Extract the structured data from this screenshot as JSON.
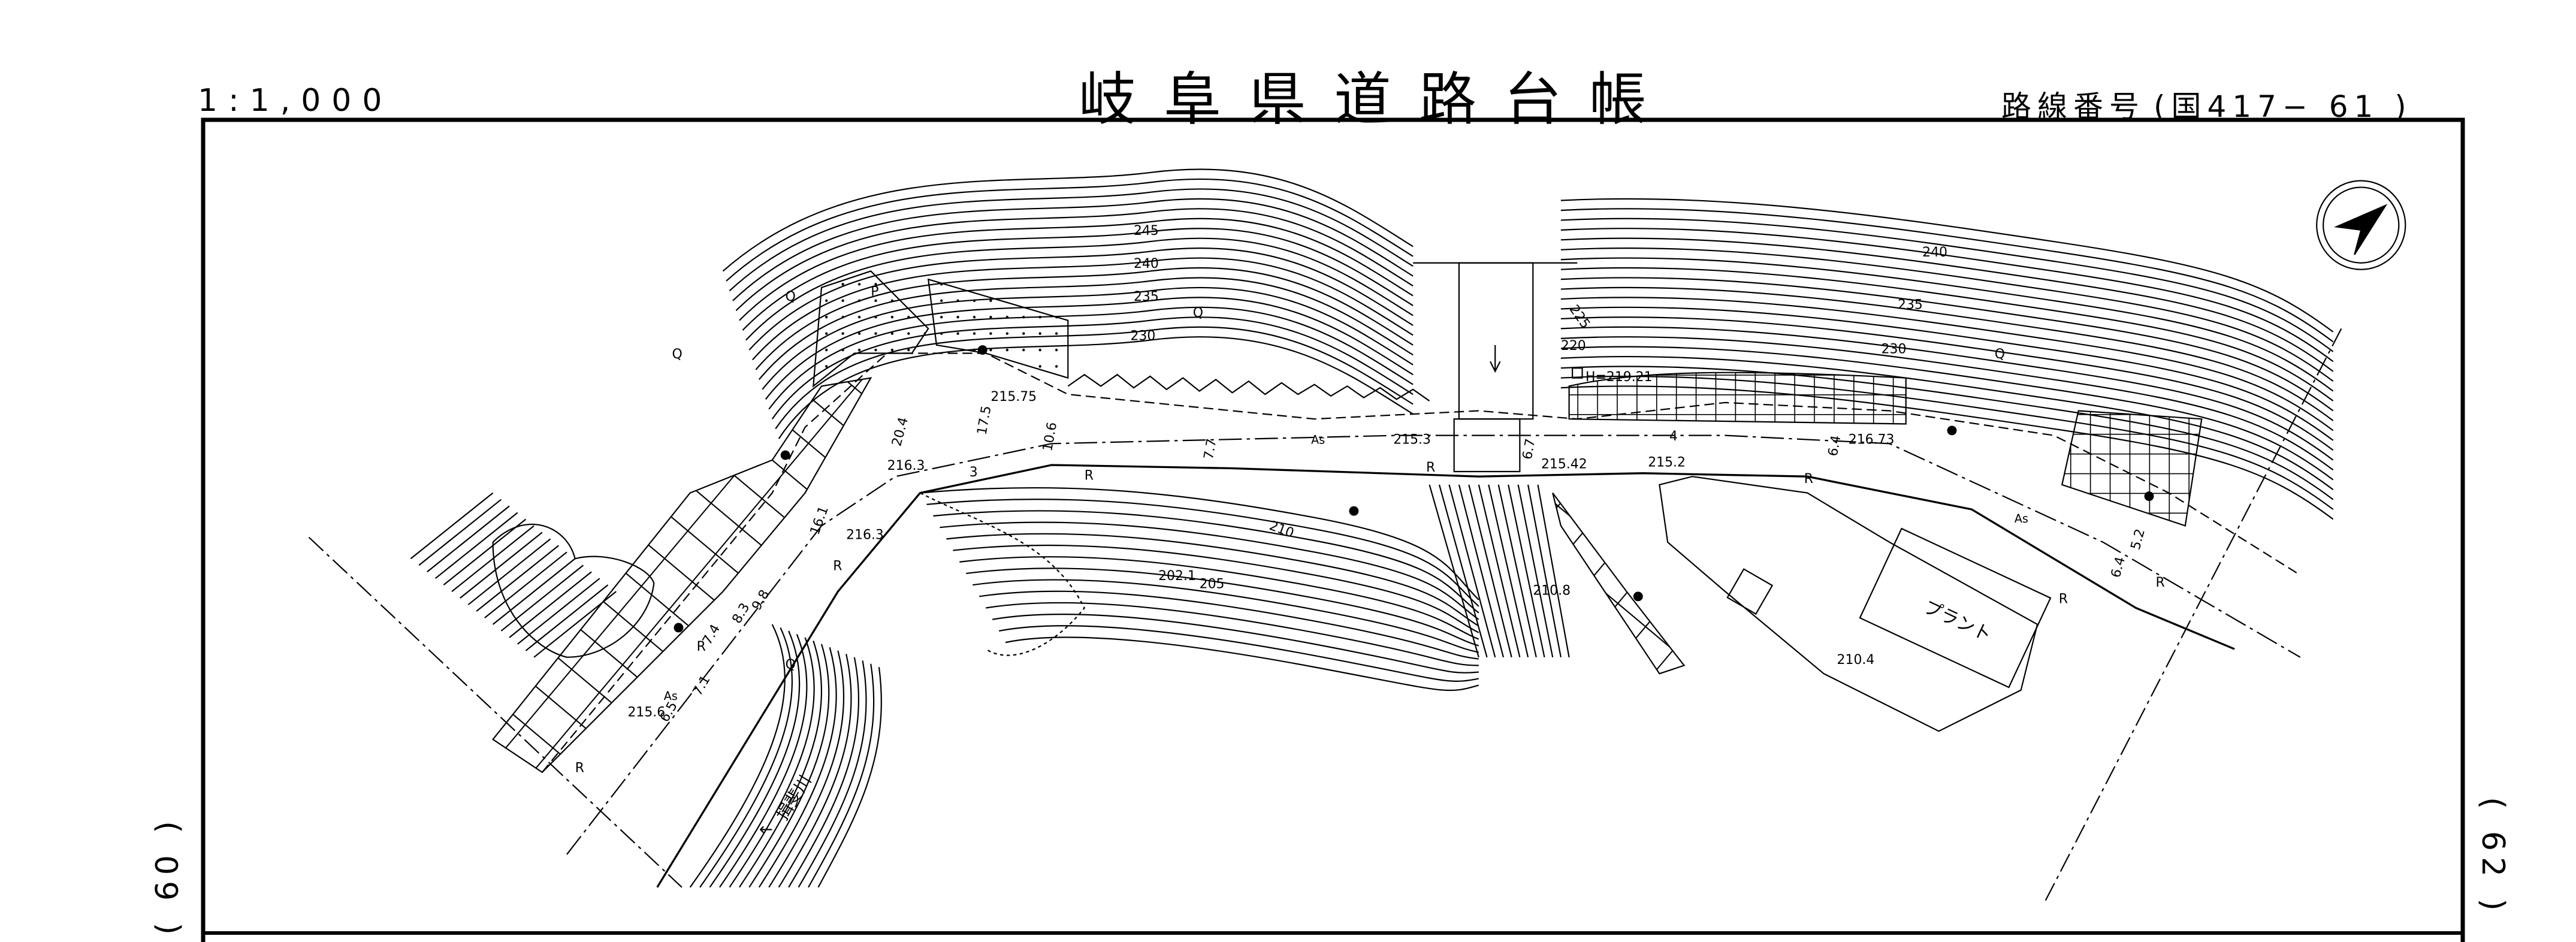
{
  "header": {
    "scale": "1:1,000",
    "title": "岐阜県道路台帳",
    "route_label": "路線番号",
    "route_value": "(国417− 61 )"
  },
  "sheets": {
    "prev": "( 60 )",
    "next": "( 62 )"
  },
  "map": {
    "contours": [
      "245",
      "240",
      "235",
      "230",
      "240",
      "235",
      "230",
      "225",
      "220",
      "210",
      "205"
    ],
    "spot_heights": [
      "215.75",
      "216.3",
      "215.3",
      "215.42",
      "215.2",
      "216.73",
      "216.3",
      "215.6",
      "210.8",
      "210.4",
      "202.1"
    ],
    "benchmark": "H=219.21",
    "widths": [
      "20.4",
      "17.5",
      "10.6",
      "3",
      "7.7",
      "6.7",
      "4",
      "6.4",
      "5.2",
      "6.4",
      "16.1",
      "9.8",
      "8.3",
      "7.4",
      "7.1",
      "6.5"
    ],
    "surface": "As",
    "road_edge": "R",
    "symbol_q": "Q",
    "symbol_p": "P",
    "facility": "プラント",
    "river": "揖斐川",
    "river_arrow": "←"
  }
}
